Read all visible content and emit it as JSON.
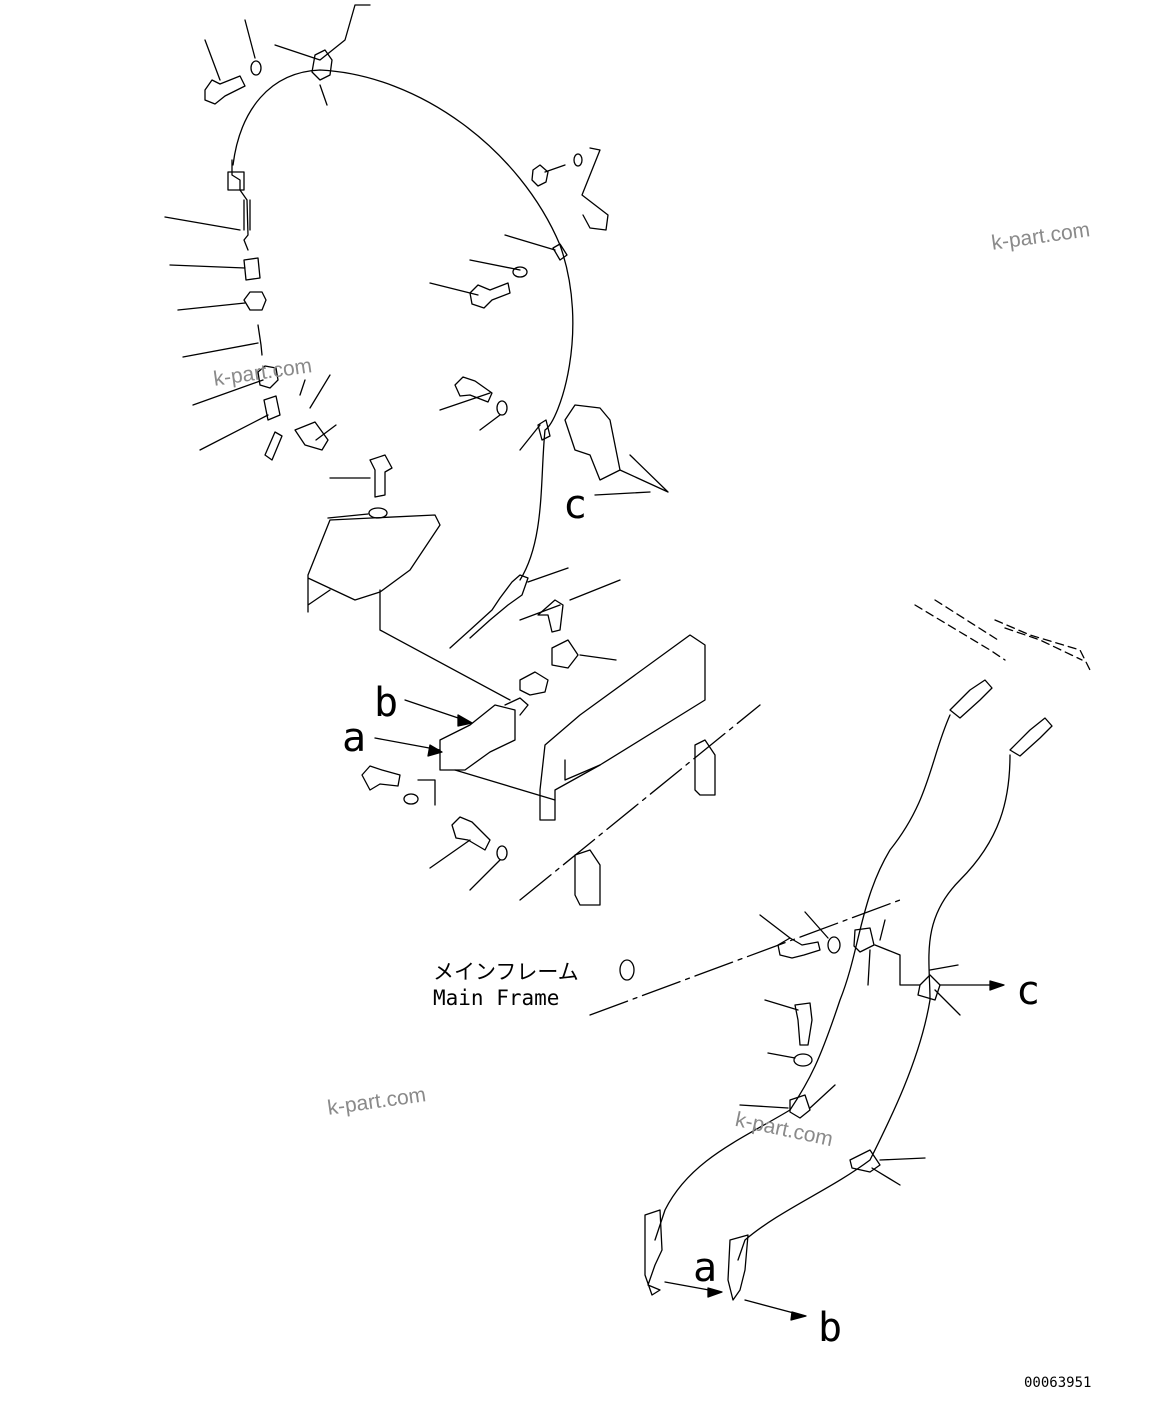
{
  "labels": {
    "a_upper": "a",
    "b_upper": "b",
    "c_upper": "c",
    "c_lower": "c",
    "a_lower": "a",
    "b_lower": "b"
  },
  "main_frame": {
    "jp": "メインフレーム",
    "en": "Main Frame"
  },
  "watermarks": [
    "k-part.com",
    "k-part.com",
    "k-part.com",
    "k-part.com"
  ],
  "drawing_number": "00063951",
  "colors": {
    "line": "#000000",
    "watermark": "#8a8a8a"
  }
}
